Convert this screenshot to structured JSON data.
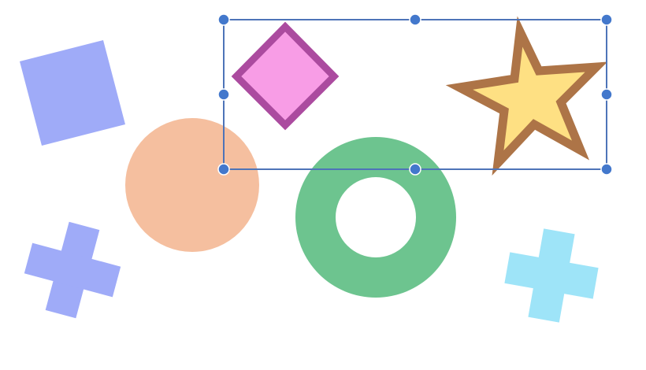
{
  "canvas": {
    "background": "#ffffff"
  },
  "shapes": {
    "square": {
      "fill": "#9fabf8"
    },
    "circle": {
      "fill": "#f5bf9f"
    },
    "ring": {
      "fill": "#6dc48f"
    },
    "diamond": {
      "fill": "#f89de6",
      "stroke": "#ab4b9f"
    },
    "star": {
      "fill": "#fee083",
      "stroke": "#ad7447"
    },
    "cross_left": {
      "fill": "#9fabf8"
    },
    "cross_right": {
      "fill": "#9ee4f8"
    }
  },
  "selection": {
    "stroke": "#4e74b8",
    "handle_fill": "#4378cc",
    "handle_stroke": "#ffffff",
    "handles": [
      "top-left",
      "top-center",
      "top-right",
      "middle-left",
      "middle-right",
      "bottom-left",
      "bottom-center",
      "bottom-right"
    ]
  }
}
